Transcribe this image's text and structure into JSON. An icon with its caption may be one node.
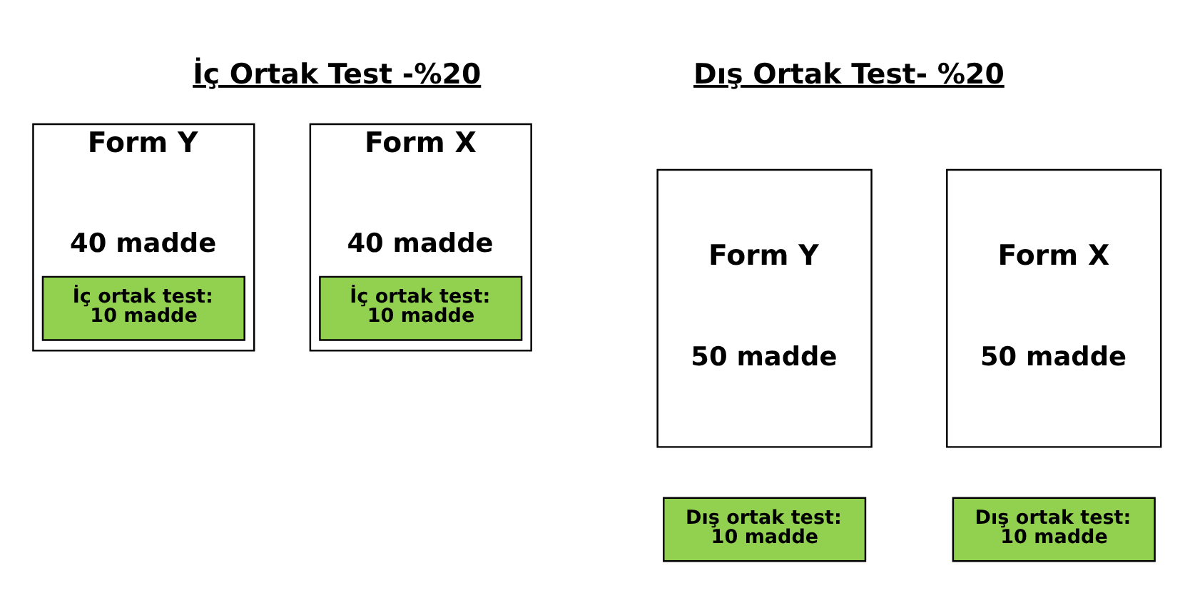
{
  "diagram": {
    "nodes": [
      {
        "text": [
          "Form Y",
          "40 madde"
        ]
      },
      {
        "text": [
          "İç ortak test: 10 madde"
        ],
        "in": 0
      },
      {
        "text": [
          "Form X",
          "40 madde"
        ]
      },
      {
        "text": [
          "İç ortak test: 10 madde"
        ],
        "in": 2
      },
      {
        "text": [
          "Form Y",
          "50 madde"
        ]
      },
      {
        "text": [
          "Dış ortak test: 10 madde"
        ]
      },
      {
        "text": [
          "Form X",
          "50 madde"
        ]
      },
      {
        "text": [
          "Dış ortak test: 10 madde"
        ]
      }
    ],
    "labels": [
      "İç Ortak Test -%20",
      "Dış Ortak Test- %20"
    ]
  }
}
